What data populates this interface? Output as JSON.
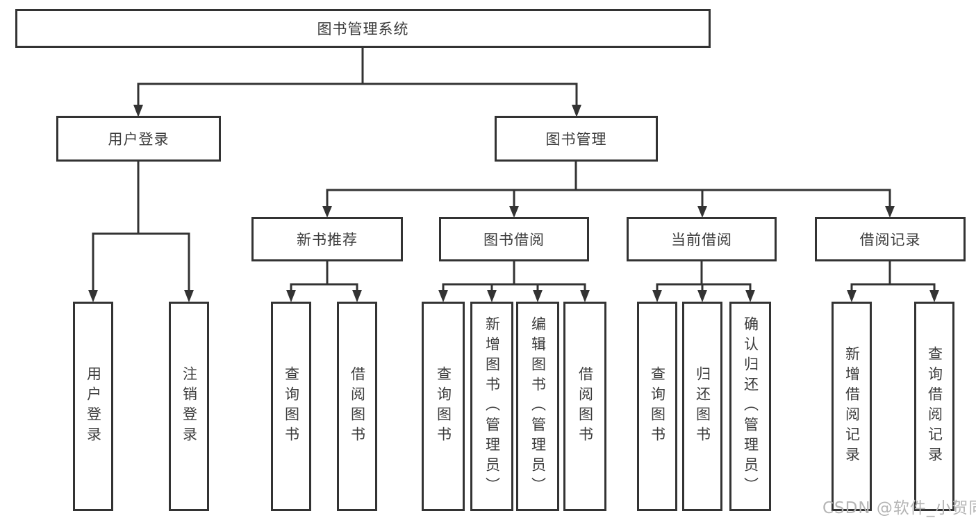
{
  "tree": {
    "root": {
      "label": "图书管理系统"
    },
    "branches": [
      {
        "label": "用户登录",
        "children": [
          {
            "label": "用户登录"
          },
          {
            "label": "注销登录"
          }
        ]
      },
      {
        "label": "图书管理",
        "children": [
          {
            "label": "新书推荐",
            "children": [
              {
                "label": "查询图书"
              },
              {
                "label": "借阅图书"
              }
            ]
          },
          {
            "label": "图书借阅",
            "children": [
              {
                "label": "查询图书"
              },
              {
                "label": "新增图书（管理员）"
              },
              {
                "label": "编辑图书（管理员）"
              },
              {
                "label": "借阅图书"
              }
            ]
          },
          {
            "label": "当前借阅",
            "children": [
              {
                "label": "查询图书"
              },
              {
                "label": "归还图书"
              },
              {
                "label": "确认归还（管理员）"
              }
            ]
          },
          {
            "label": "借阅记录",
            "children": [
              {
                "label": "新增借阅记录"
              },
              {
                "label": "查询借阅记录"
              }
            ]
          }
        ]
      }
    ]
  },
  "watermark": {
    "text": "CSDN @软件_小贺同学"
  },
  "colors": {
    "line": "#333333",
    "text": "#3c3c3c",
    "watermark": "#b5b5b5",
    "background": "#ffffff"
  }
}
